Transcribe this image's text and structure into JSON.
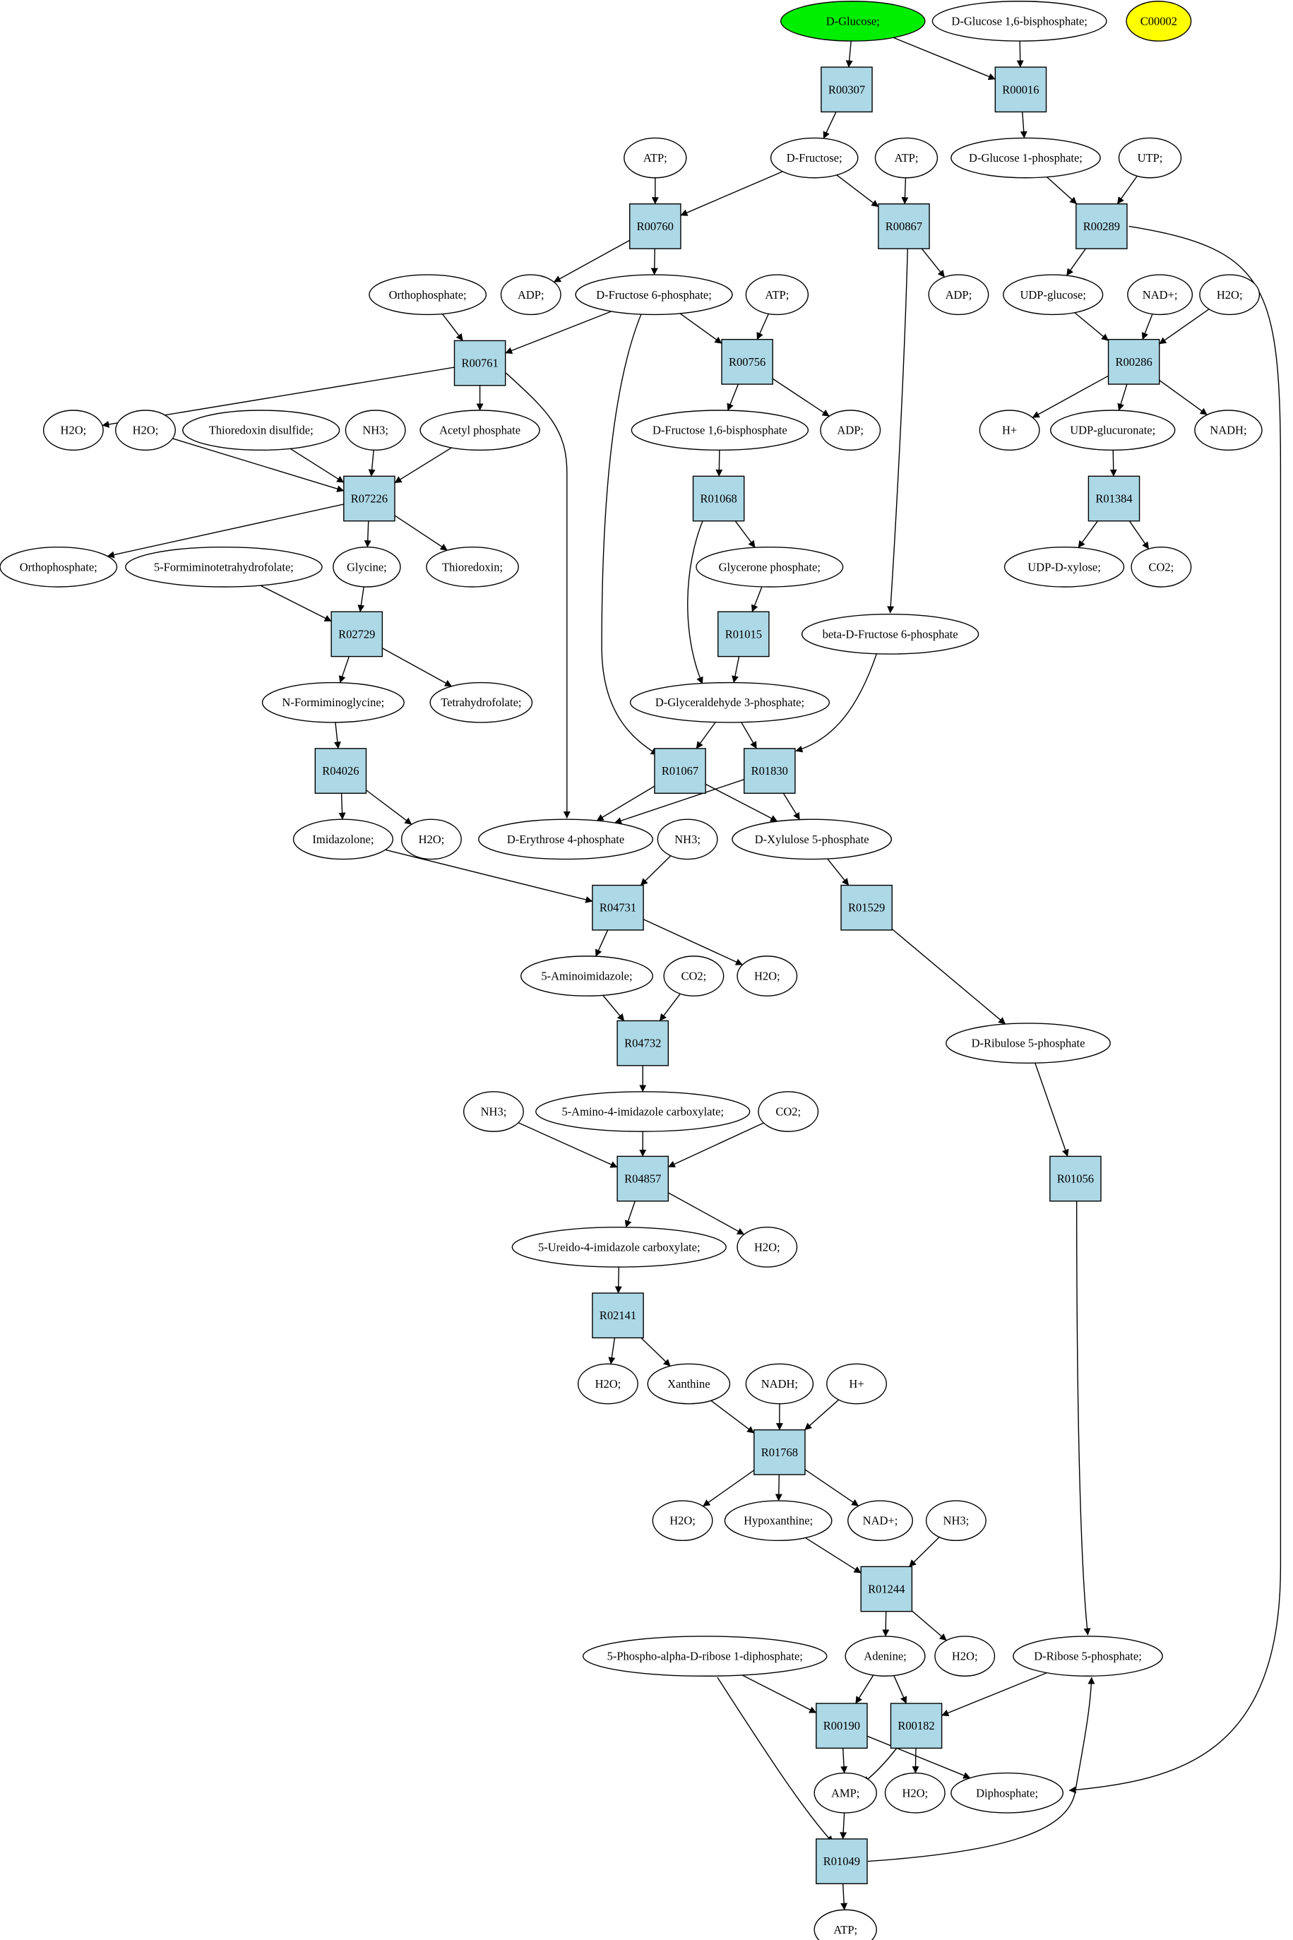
{
  "colors": {
    "highlight_start": "#00ee00",
    "highlight_query": "#ffff00",
    "compound_fill": "#ffffff",
    "reaction_fill": "#add8e6",
    "stroke": "#000000"
  },
  "compounds": {
    "glucose": {
      "label": "D-Glucose;",
      "fill": "#00ee00"
    },
    "g16bp": {
      "label": "D-Glucose 1,6-bisphosphate;"
    },
    "c00002": {
      "label": "C00002",
      "fill": "#ffff00"
    },
    "atp1": {
      "label": "ATP;"
    },
    "fructose": {
      "label": "D-Fructose;"
    },
    "atp2": {
      "label": "ATP;"
    },
    "g1p": {
      "label": "D-Glucose 1-phosphate;"
    },
    "utp": {
      "label": "UTP;"
    },
    "adp1": {
      "label": "ADP;"
    },
    "f6p": {
      "label": "D-Fructose 6-phosphate;"
    },
    "atp3": {
      "label": "ATP;"
    },
    "adp2": {
      "label": "ADP;"
    },
    "udpglc": {
      "label": "UDP-glucose;"
    },
    "nadp": {
      "label": "NAD+;"
    },
    "h2o_a": {
      "label": "H2O;"
    },
    "ortho1": {
      "label": "Orthophosphate;"
    },
    "h2o_b": {
      "label": "H2O;"
    },
    "h2o_c": {
      "label": "H2O;"
    },
    "trxss": {
      "label": "Thioredoxin disulfide;"
    },
    "nh3_1": {
      "label": "NH3;"
    },
    "acp": {
      "label": "Acetyl phosphate"
    },
    "f16bp": {
      "label": "D-Fructose 1,6-bisphosphate"
    },
    "adp3": {
      "label": "ADP;"
    },
    "hplus": {
      "label": "H+"
    },
    "udpglcur": {
      "label": "UDP-glucuronate;"
    },
    "nadh1": {
      "label": "NADH;"
    },
    "ortho2": {
      "label": "Orthophosphate;"
    },
    "fthf": {
      "label": "5-Formiminotetrahydrofolate;"
    },
    "glycine": {
      "label": "Glycine;"
    },
    "trx": {
      "label": "Thioredoxin;"
    },
    "glyp": {
      "label": "Glycerone phosphate;"
    },
    "udpxyl": {
      "label": "UDP-D-xylose;"
    },
    "co2_1": {
      "label": "CO2;"
    },
    "bf6p": {
      "label": "beta-D-Fructose 6-phosphate"
    },
    "nfg": {
      "label": "N-Formiminoglycine;"
    },
    "thf": {
      "label": "Tetrahydrofolate;"
    },
    "gap": {
      "label": "D-Glyceraldehyde 3-phosphate;"
    },
    "imidaz": {
      "label": "Imidazolone;"
    },
    "h2o_d": {
      "label": "H2O;"
    },
    "e4p": {
      "label": "D-Erythrose 4-phosphate"
    },
    "nh3_2": {
      "label": "NH3;"
    },
    "x5p": {
      "label": "D-Xylulose 5-phosphate"
    },
    "aimid": {
      "label": "5-Aminoimidazole;"
    },
    "co2_2": {
      "label": "CO2;"
    },
    "h2o_e": {
      "label": "H2O;"
    },
    "ru5p": {
      "label": "D-Ribulose 5-phosphate"
    },
    "nh3_3": {
      "label": "NH3;"
    },
    "aicarb": {
      "label": "5-Amino-4-imidazole carboxylate;"
    },
    "co2_3": {
      "label": "CO2;"
    },
    "uicarb": {
      "label": "5-Ureido-4-imidazole carboxylate;"
    },
    "h2o_f": {
      "label": "H2O;"
    },
    "h2o_g": {
      "label": "H2O;"
    },
    "xanthine": {
      "label": "Xanthine"
    },
    "nadh2": {
      "label": "NADH;"
    },
    "hplus2": {
      "label": "H+"
    },
    "h2o_h": {
      "label": "H2O;"
    },
    "hypox": {
      "label": "Hypoxanthine;"
    },
    "nadp2": {
      "label": "NAD+;"
    },
    "nh3_4": {
      "label": "NH3;"
    },
    "prpp": {
      "label": "5-Phospho-alpha-D-ribose 1-diphosphate;"
    },
    "adenine": {
      "label": "Adenine;"
    },
    "h2o_i": {
      "label": "H2O;"
    },
    "r5p": {
      "label": "D-Ribose 5-phosphate;"
    },
    "amp": {
      "label": "AMP;"
    },
    "h2o_j": {
      "label": "H2O;"
    },
    "diph": {
      "label": "Diphosphate;"
    },
    "atp4": {
      "label": "ATP;"
    }
  },
  "reactions": {
    "R00307": {
      "label": "R00307"
    },
    "R00016": {
      "label": "R00016"
    },
    "R00760": {
      "label": "R00760"
    },
    "R00867": {
      "label": "R00867"
    },
    "R00289": {
      "label": "R00289"
    },
    "R00761": {
      "label": "R00761"
    },
    "R00756": {
      "label": "R00756"
    },
    "R00286": {
      "label": "R00286"
    },
    "R07226": {
      "label": "R07226"
    },
    "R01068": {
      "label": "R01068"
    },
    "R01384": {
      "label": "R01384"
    },
    "R02729": {
      "label": "R02729"
    },
    "R01015": {
      "label": "R01015"
    },
    "R04026": {
      "label": "R04026"
    },
    "R01067": {
      "label": "R01067"
    },
    "R01830": {
      "label": "R01830"
    },
    "R04731": {
      "label": "R04731"
    },
    "R01529": {
      "label": "R01529"
    },
    "R04732": {
      "label": "R04732"
    },
    "R04857": {
      "label": "R04857"
    },
    "R01056": {
      "label": "R01056"
    },
    "R02141": {
      "label": "R02141"
    },
    "R01768": {
      "label": "R01768"
    },
    "R01244": {
      "label": "R01244"
    },
    "R00190": {
      "label": "R00190"
    },
    "R00182": {
      "label": "R00182"
    },
    "R01049": {
      "label": "R01049"
    }
  },
  "edges": [
    [
      "glucose",
      "R00307"
    ],
    [
      "glucose",
      "R00016"
    ],
    [
      "g16bp",
      "R00016"
    ],
    [
      "R00307",
      "fructose"
    ],
    [
      "R00016",
      "g1p"
    ],
    [
      "atp1",
      "R00760"
    ],
    [
      "fructose",
      "R00760"
    ],
    [
      "fructose",
      "R00867"
    ],
    [
      "atp2",
      "R00867"
    ],
    [
      "g1p",
      "R00289"
    ],
    [
      "utp",
      "R00289"
    ],
    [
      "R00760",
      "adp1"
    ],
    [
      "R00760",
      "f6p"
    ],
    [
      "R00867",
      "adp2"
    ],
    [
      "R00867",
      "bf6p"
    ],
    [
      "R00289",
      "udpglc"
    ],
    [
      "R00289",
      "diph"
    ],
    [
      "ortho1",
      "R00761"
    ],
    [
      "f6p",
      "R00761"
    ],
    [
      "f6p",
      "R00756"
    ],
    [
      "f6p",
      "R01067"
    ],
    [
      "atp3",
      "R00756"
    ],
    [
      "udpglc",
      "R00286"
    ],
    [
      "nadp",
      "R00286"
    ],
    [
      "h2o_a",
      "R00286"
    ],
    [
      "R00761",
      "h2o_b"
    ],
    [
      "R00761",
      "acp"
    ],
    [
      "R00761",
      "e4p"
    ],
    [
      "R00756",
      "f16bp"
    ],
    [
      "R00756",
      "adp3"
    ],
    [
      "R00286",
      "hplus"
    ],
    [
      "R00286",
      "udpglcur"
    ],
    [
      "R00286",
      "nadh1"
    ],
    [
      "h2o_c",
      "R07226"
    ],
    [
      "trxss",
      "R07226"
    ],
    [
      "nh3_1",
      "R07226"
    ],
    [
      "acp",
      "R07226"
    ],
    [
      "f16bp",
      "R01068"
    ],
    [
      "udpglcur",
      "R01384"
    ],
    [
      "R07226",
      "ortho2"
    ],
    [
      "R07226",
      "glycine"
    ],
    [
      "R07226",
      "trx"
    ],
    [
      "R01068",
      "glyp"
    ],
    [
      "R01068",
      "gap"
    ],
    [
      "R01384",
      "udpxyl"
    ],
    [
      "R01384",
      "co2_1"
    ],
    [
      "fthf",
      "R02729"
    ],
    [
      "glycine",
      "R02729"
    ],
    [
      "glyp",
      "R01015"
    ],
    [
      "R02729",
      "nfg"
    ],
    [
      "R02729",
      "thf"
    ],
    [
      "R01015",
      "gap"
    ],
    [
      "bf6p",
      "R01830"
    ],
    [
      "nfg",
      "R04026"
    ],
    [
      "gap",
      "R01067"
    ],
    [
      "gap",
      "R01830"
    ],
    [
      "R04026",
      "imidaz"
    ],
    [
      "R04026",
      "h2o_d"
    ],
    [
      "R01067",
      "e4p"
    ],
    [
      "R01067",
      "x5p"
    ],
    [
      "R01830",
      "e4p"
    ],
    [
      "R01830",
      "x5p"
    ],
    [
      "imidaz",
      "R04731"
    ],
    [
      "nh3_2",
      "R04731"
    ],
    [
      "x5p",
      "R01529"
    ],
    [
      "R04731",
      "aimid"
    ],
    [
      "R04731",
      "h2o_e"
    ],
    [
      "R01529",
      "ru5p"
    ],
    [
      "aimid",
      "R04732"
    ],
    [
      "co2_2",
      "R04732"
    ],
    [
      "R04732",
      "aicarb"
    ],
    [
      "nh3_3",
      "R04857"
    ],
    [
      "aicarb",
      "R04857"
    ],
    [
      "co2_3",
      "R04857"
    ],
    [
      "ru5p",
      "R01056"
    ],
    [
      "R04857",
      "uicarb"
    ],
    [
      "R04857",
      "h2o_f"
    ],
    [
      "uicarb",
      "R02141"
    ],
    [
      "R02141",
      "h2o_g"
    ],
    [
      "R02141",
      "xanthine"
    ],
    [
      "xanthine",
      "R01768"
    ],
    [
      "nadh2",
      "R01768"
    ],
    [
      "hplus2",
      "R01768"
    ],
    [
      "R01768",
      "h2o_h"
    ],
    [
      "R01768",
      "hypox"
    ],
    [
      "R01768",
      "nadp2"
    ],
    [
      "hypox",
      "R01244"
    ],
    [
      "nh3_4",
      "R01244"
    ],
    [
      "R01244",
      "adenine"
    ],
    [
      "R01244",
      "h2o_i"
    ],
    [
      "R01056",
      "r5p"
    ],
    [
      "prpp",
      "R00190"
    ],
    [
      "prpp",
      "R01049"
    ],
    [
      "adenine",
      "R00190"
    ],
    [
      "adenine",
      "R00182"
    ],
    [
      "r5p",
      "R00182"
    ],
    [
      "R00190",
      "amp"
    ],
    [
      "R00190",
      "diph"
    ],
    [
      "R00182",
      "amp"
    ],
    [
      "R00182",
      "h2o_j"
    ],
    [
      "amp",
      "R01049"
    ],
    [
      "R01049",
      "atp4"
    ],
    [
      "R01049",
      "r5p"
    ]
  ]
}
